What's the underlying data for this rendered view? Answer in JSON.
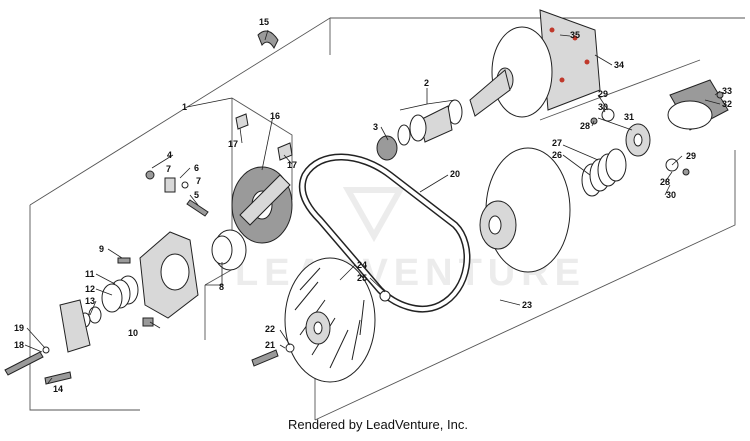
{
  "diagram": {
    "callouts": [
      "1",
      "2",
      "3",
      "4",
      "5",
      "6",
      "7",
      "8",
      "9",
      "10",
      "11",
      "12",
      "13",
      "14",
      "15",
      "16",
      "17",
      "18",
      "19",
      "20",
      "21",
      "22",
      "23",
      "24",
      "25",
      "26",
      "27",
      "28",
      "29",
      "30",
      "31",
      "32",
      "33",
      "34",
      "35"
    ],
    "watermark": "LEADVENTURE",
    "footer": "Rendered by LeadVenture, Inc."
  }
}
